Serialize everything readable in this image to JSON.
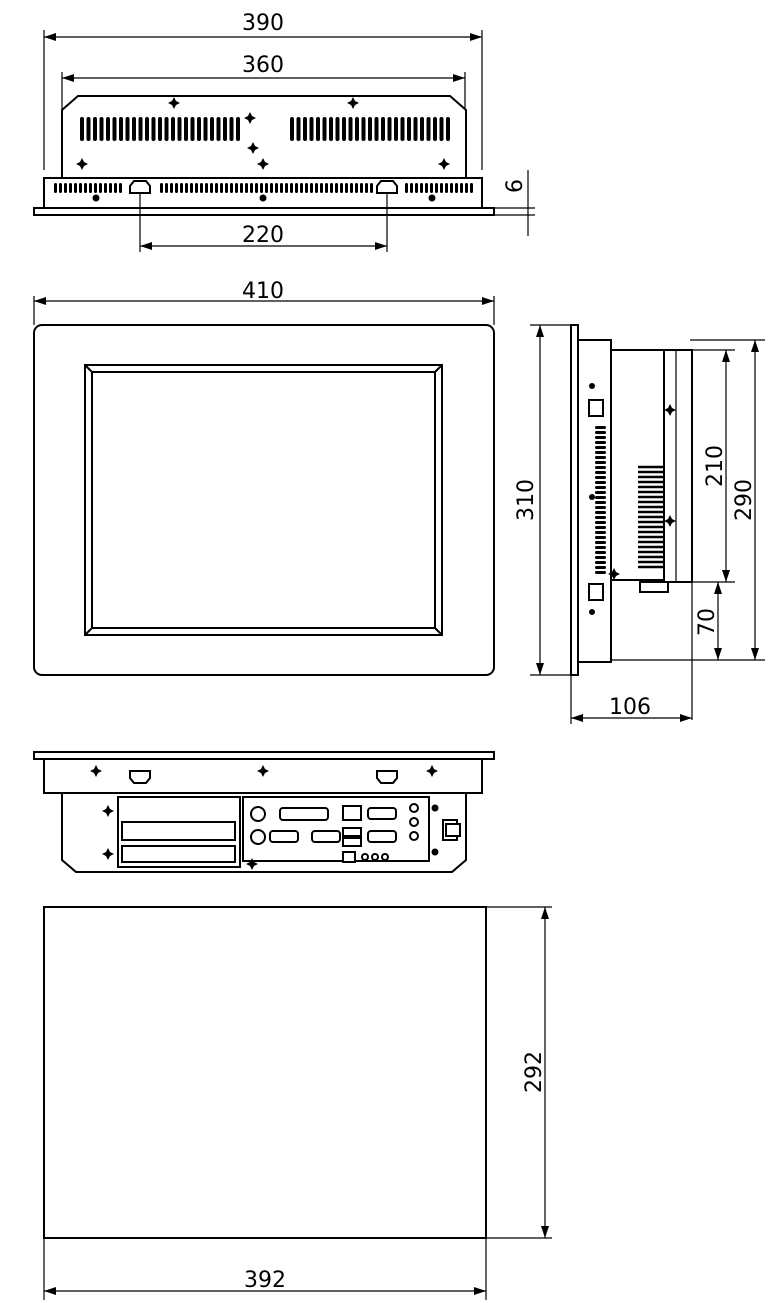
{
  "dimensions": {
    "top_outer_width": "390",
    "top_inner_width": "360",
    "top_bracket_spacing": "220",
    "top_panel_thickness": "6",
    "front_width": "410",
    "side_height": "310",
    "side_body_height": "210",
    "side_body_height_2": "290",
    "side_offset": "70",
    "side_depth": "106",
    "back_height": "292",
    "back_width": "392"
  }
}
